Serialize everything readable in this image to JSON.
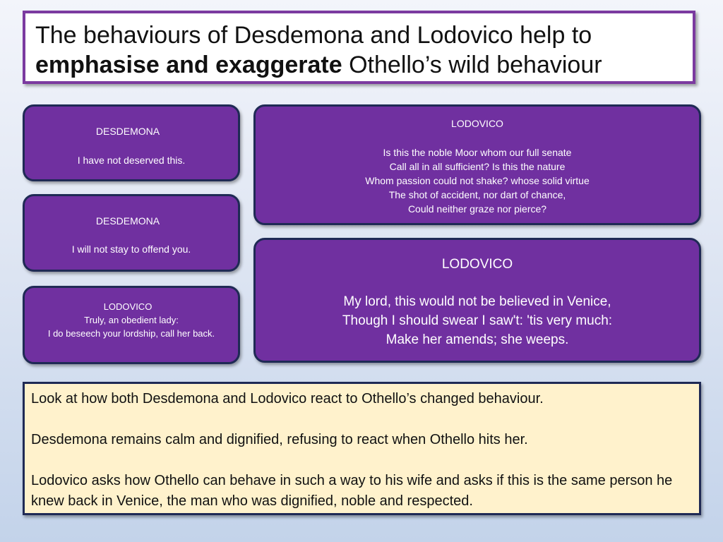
{
  "title": {
    "line1": "The behaviours of Desdemona and Lodovico help to",
    "bold": "emphasise and exaggerate",
    "rest": " Othello’s wild behaviour"
  },
  "cards": {
    "desdemona1": {
      "speaker": "DESDEMONA",
      "lines": [
        "I have not deserved this."
      ]
    },
    "desdemona2": {
      "speaker": "DESDEMONA",
      "lines": [
        "I will not stay to offend you."
      ]
    },
    "lodovico1": {
      "speaker": "LODOVICO",
      "lines": [
        "Truly, an obedient lady:",
        "I do beseech your lordship, call her back."
      ]
    },
    "lodovico2": {
      "speaker": "LODOVICO",
      "lines": [
        "Is this the noble Moor whom our full senate",
        "Call all in all sufficient? Is this the nature",
        "Whom passion could not shake? whose solid virtue",
        "The shot of accident, nor dart of chance,",
        "Could neither graze nor pierce?"
      ]
    },
    "lodovico3": {
      "speaker": "LODOVICO",
      "lines": [
        "My lord, this would not be believed in Venice,",
        "Though I should swear I saw't: 'tis very much:",
        "Make her amends; she weeps."
      ]
    }
  },
  "notes": [
    "Look at how both Desdemona and Lodovico react to Othello’s changed behaviour.",
    "Desdemona remains calm and dignified, refusing to react when Othello hits her.",
    "Lodovico asks how Othello can behave in such a way to his wife and asks if this is the same person he knew back in Venice, the man who was dignified, noble and respected."
  ],
  "colors": {
    "card_fill": "#7030a0",
    "card_border": "#1f2a55",
    "title_border": "#7b3aa0",
    "note_fill": "#fff2cc"
  }
}
